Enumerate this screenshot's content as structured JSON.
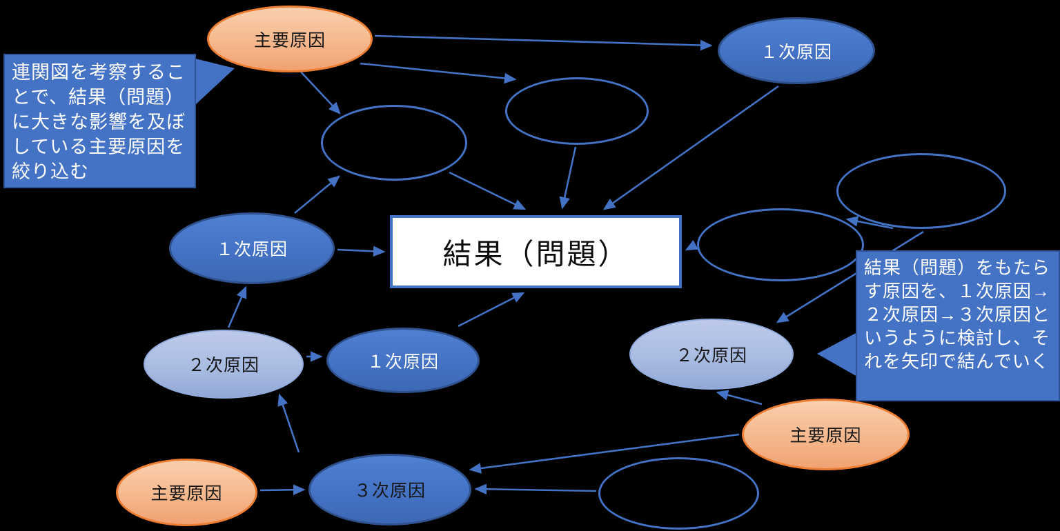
{
  "colors": {
    "arrow_blue": "#4472C4",
    "dark_ellipse_fill": "#4472C4",
    "dark_ellipse_border": "#2F528F",
    "light_ellipse_fill": "#A9BCE2",
    "light_ellipse_border": "#8FAADC",
    "orange_ellipse_fill": "#F4B183",
    "orange_ellipse_border": "#ED7D31",
    "empty_ellipse_border": "#4472C4",
    "result_box_border": "#4472C4",
    "result_box_fill": "#FFFFFF",
    "callout_bg": "#4472C4",
    "background": "#000000"
  },
  "result_box": {
    "label": "結果（問題）"
  },
  "nodes": {
    "main_cause_top": {
      "label": "主要原因"
    },
    "main_cause_bottom_left": {
      "label": "主要原因"
    },
    "main_cause_bottom_right": {
      "label": "主要原因"
    },
    "primary_top_right": {
      "label": "１次原因"
    },
    "primary_left": {
      "label": "１次原因"
    },
    "primary_middle": {
      "label": "１次原因"
    },
    "secondary_left": {
      "label": "２次原因"
    },
    "secondary_right": {
      "label": "２次原因"
    },
    "tertiary": {
      "label": "３次原因"
    },
    "empty_upper_left": {
      "label": ""
    },
    "empty_upper_middle": {
      "label": ""
    },
    "empty_top_right": {
      "label": ""
    },
    "empty_mid_right": {
      "label": ""
    },
    "empty_bottom": {
      "label": ""
    }
  },
  "callouts": {
    "left": {
      "text": "連関図を考察することで、結果（問題）に大きな影響を及ぼしている主要原因を絞り込む"
    },
    "right": {
      "text": "結果（問題）をもたらす原因を、１次原因→２次原因→３次原因というように検討し、それを矢印で結んでいく"
    }
  }
}
